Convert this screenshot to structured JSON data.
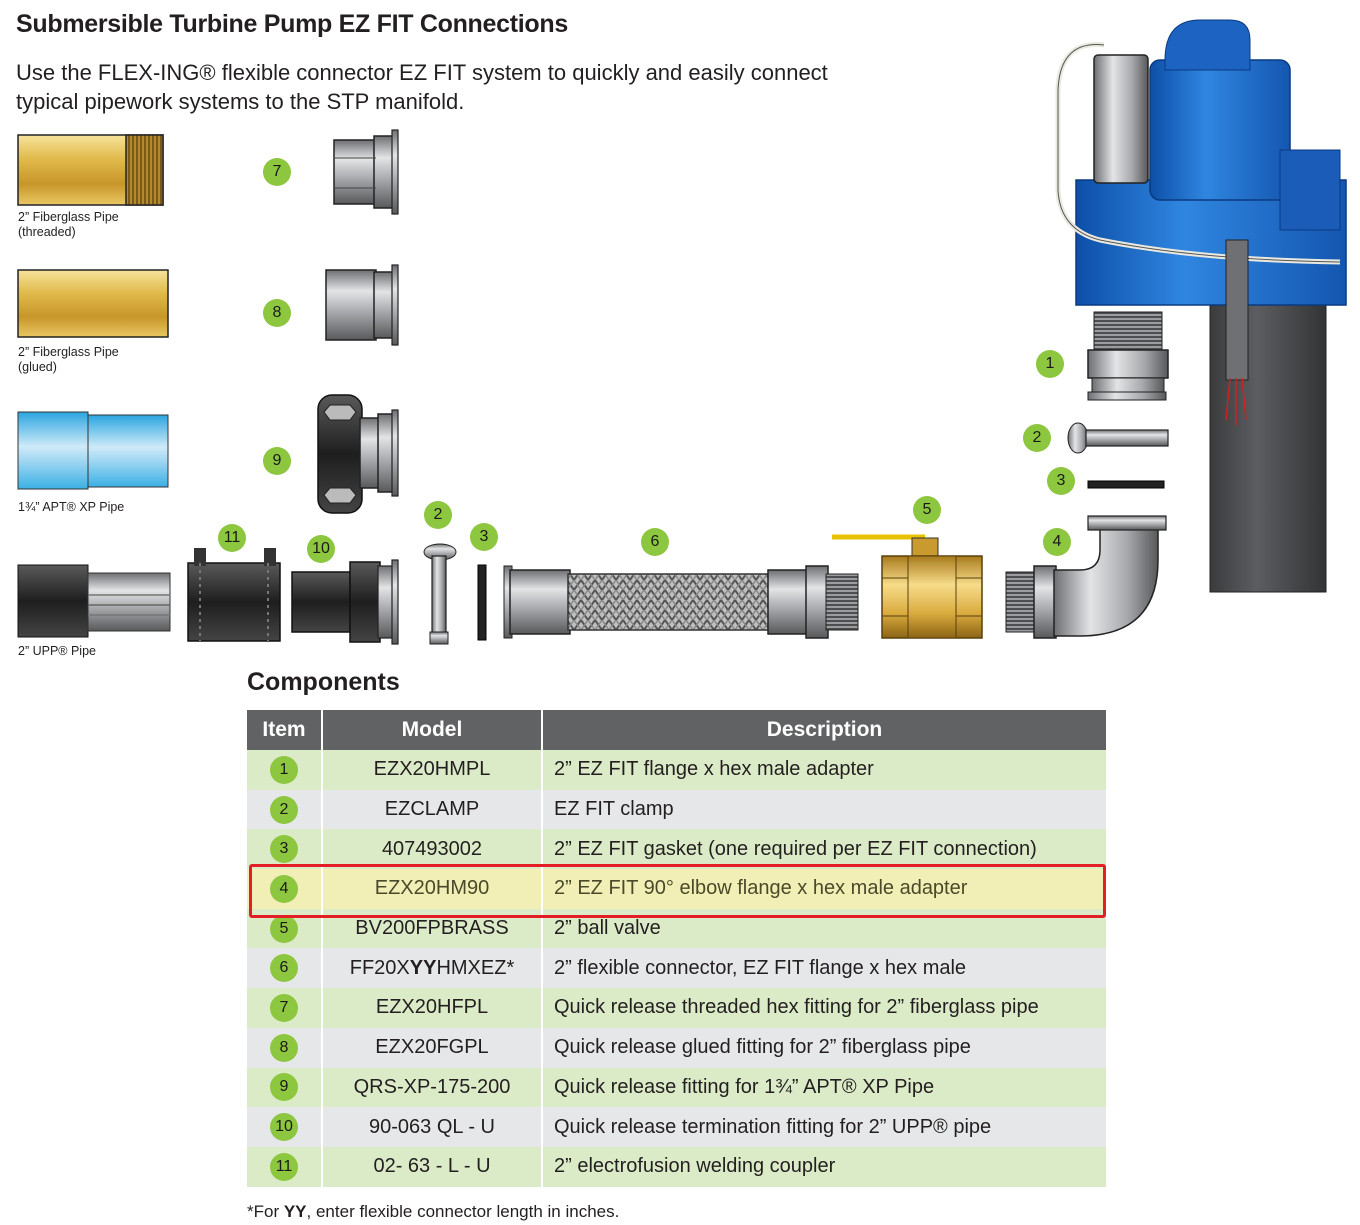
{
  "title": "Submersible Turbine Pump EZ FIT Connections",
  "intro": [
    "Use the FLEX-ING® flexible connector EZ FIT system to quickly and easily connect",
    "typical pipework systems to the STP manifold."
  ],
  "pipes": [
    {
      "line1": "2” Fiberglass Pipe",
      "line2": "(threaded)"
    },
    {
      "line1": "2” Fiberglass Pipe",
      "line2": "(glued)"
    },
    {
      "line1": "1¾” APT® XP Pipe",
      "line2": ""
    },
    {
      "line1": "2” UPP® Pipe",
      "line2": ""
    }
  ],
  "badges": [
    "1",
    "2",
    "3",
    "4",
    "5",
    "6",
    "7",
    "8",
    "9",
    "10",
    "11"
  ],
  "components": {
    "title": "Components",
    "headers": {
      "item": "Item",
      "model": "Model",
      "description": "Description"
    },
    "rows": [
      {
        "item": "1",
        "model": "EZX20HMPL",
        "description": "2” EZ FIT flange x hex male adapter"
      },
      {
        "item": "2",
        "model": "EZCLAMP",
        "description": "EZ FIT clamp"
      },
      {
        "item": "3",
        "model": "407493002",
        "description": "2” EZ FIT gasket (one required per EZ FIT connection)"
      },
      {
        "item": "4",
        "model": "EZX20HM90",
        "description": "2” EZ FIT 90° elbow flange x hex male adapter"
      },
      {
        "item": "5",
        "model": "BV200FPBRASS",
        "description": "2” ball valve"
      },
      {
        "item": "6",
        "model_pre": "FF20X",
        "model_bold": "YY",
        "model_post": "HMXEZ*",
        "description": "2” flexible connector, EZ FIT flange x hex male"
      },
      {
        "item": "7",
        "model": "EZX20HFPL",
        "description": "Quick release threaded hex fitting for 2” fiberglass pipe"
      },
      {
        "item": "8",
        "model": "EZX20FGPL",
        "description": "Quick release glued fitting for 2” fiberglass pipe"
      },
      {
        "item": "9",
        "model": "QRS-XP-175-200",
        "description": "Quick release fitting for 1¾” APT® XP Pipe"
      },
      {
        "item": "10",
        "model": "90-063 QL - U",
        "description": "Quick release termination fitting for 2” UPP® pipe"
      },
      {
        "item": "11",
        "model": "02- 63 - L - U",
        "description": "2” electrofusion welding coupler"
      }
    ]
  },
  "footnote": {
    "pre": "*For ",
    "bold": "YY",
    "post": ", enter flexible connector length in inches."
  },
  "colors": {
    "badge": "#8dc63f",
    "header": "#616264",
    "row_green": "#dcebc7",
    "row_grey": "#e6e7e8",
    "highlight": "#f2efb6",
    "highlight_border": "#e31e24",
    "pump_blue": "#1d63c2"
  }
}
